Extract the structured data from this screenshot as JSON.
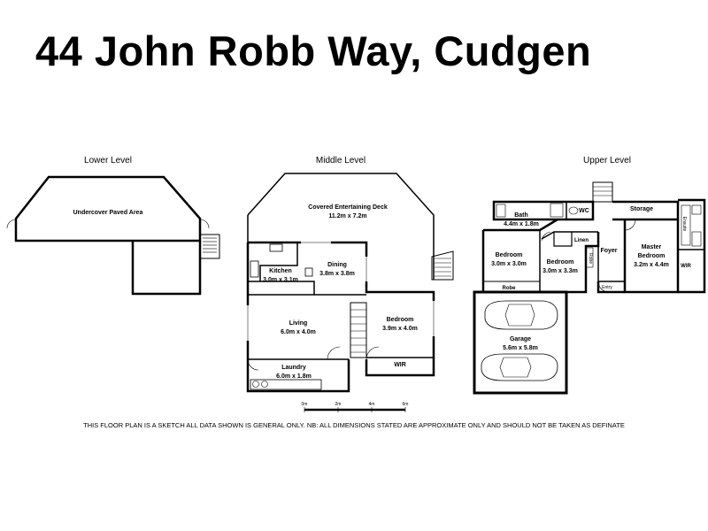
{
  "title": "44 John Robb Way, Cudgen",
  "levels": {
    "lower": "Lower Level",
    "middle": "Middle Level",
    "upper": "Upper Level"
  },
  "rooms": {
    "undercover": {
      "name": "Undercover Paved Area"
    },
    "deck": {
      "name": "Covered Entertaining Deck",
      "dims": "11.2m x 7.2m"
    },
    "kitchen": {
      "name": "Kitchen",
      "dims": "3.0m x 3.1m"
    },
    "dining": {
      "name": "Dining",
      "dims": "3.8m x 3.8m"
    },
    "living": {
      "name": "Living",
      "dims": "6.0m x 4.0m"
    },
    "bedroom_mid": {
      "name": "Bedroom",
      "dims": "3.9m x 4.0m"
    },
    "wir_mid": {
      "name": "WIR"
    },
    "laundry": {
      "name": "Laundry",
      "dims": "6.0m x 1.8m"
    },
    "bath": {
      "name": "Bath",
      "dims": "4.4m x 1.8m"
    },
    "wc": {
      "name": "WC"
    },
    "storage": {
      "name": "Storage"
    },
    "bedroom1": {
      "name": "Bedroom",
      "dims": "3.0m x 3.0m"
    },
    "robe": {
      "name": "Robe"
    },
    "linen": {
      "name": "Linen"
    },
    "bedroom2": {
      "name": "Bedroom",
      "dims": "3.0m x 3.3m"
    },
    "robe_vertical": {
      "name": "Robe"
    },
    "foyer": {
      "name": "Foyer"
    },
    "entry": {
      "name": "Entry"
    },
    "master": {
      "name": "Master",
      "name2": "Bedroom",
      "dims": "3.2m x 4.4m"
    },
    "ensuite": {
      "name": "Ensuite"
    },
    "wir_upper": {
      "name": "WIR"
    },
    "garage": {
      "name": "Garage",
      "dims": "5.6m x 5.8m"
    }
  },
  "scale": {
    "labels": [
      "0m",
      "2m",
      "4m",
      "6m"
    ]
  },
  "disclaimer": "THIS FLOOR PLAN IS A SKETCH ALL DATA SHOWN IS GENERAL ONLY.  NB: ALL DIMENSIONS STATED ARE APPROXIMATE ONLY AND SHOULD NOT BE TAKEN AS DEFINATE"
}
